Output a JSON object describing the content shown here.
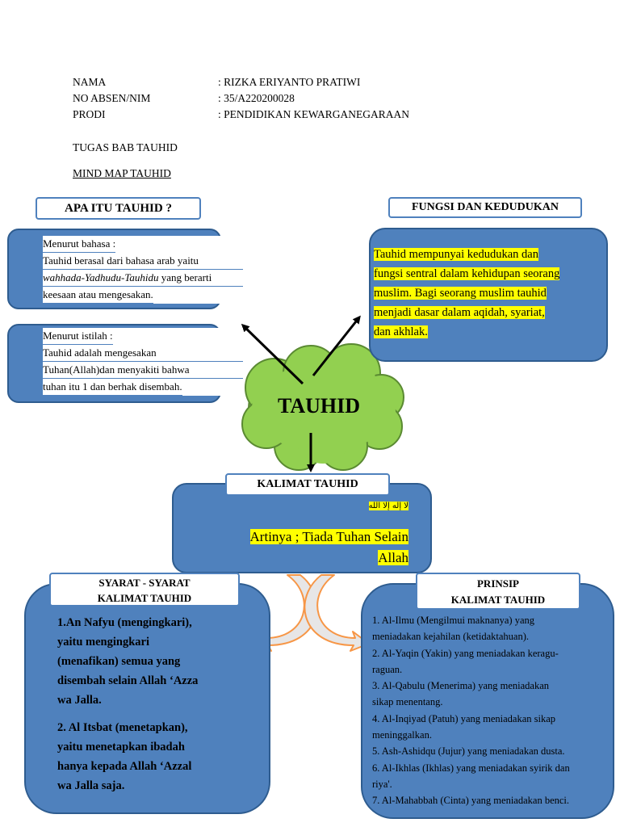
{
  "header": {
    "nama_label": "NAMA",
    "nama_value": ": RIZKA ERIYANTO PRATIWI",
    "nim_label": "NO ABSEN/NIM",
    "nim_value": ": 35/A220200028",
    "prodi_label": "PRODI",
    "prodi_value": ": PENDIDIKAN KEWARGANEGARAAN",
    "assignment": "TUGAS BAB TAUHID",
    "subtitle": "MIND MAP TAUHID"
  },
  "apa_itu": {
    "title": "APA ITU TAUHID ?",
    "bahasa_heading": "Menurut bahasa :",
    "bahasa_line1": "Tauhid berasal dari bahasa arab yaitu",
    "bahasa_italic": "wahhada-Yadhudu-Tauhidu",
    "bahasa_line2_rest": " yang berarti",
    "bahasa_line3": "keesaan atau mengesakan.",
    "istilah_heading": "Menurut istilah :",
    "istilah_line1": "Tauhid adalah mengesakan",
    "istilah_line2": "Tuhan(Allah)dan menyakiti bahwa",
    "istilah_line3": "tuhan itu 1 dan berhak disembah."
  },
  "fungsi": {
    "title": "FUNGSI DAN  KEDUDUKAN",
    "lines": [
      "Tauhid mempunyai kedudukan dan",
      "fungsi sentral dalam kehidupan seorang",
      "muslim. Bagi seorang muslim tauhid",
      "menjadi dasar dalam aqidah, syariat,",
      "dan akhlak."
    ]
  },
  "center": {
    "label": "TAUHID"
  },
  "kalimat": {
    "title": "KALIMAT TAUHID",
    "arabic": "لا إله إلا الله",
    "meaning_line1": "Artinya ; Tiada Tuhan Selain",
    "meaning_line2": "Allah"
  },
  "syarat": {
    "title_line1": "SYARAT - SYARAT",
    "title_line2": "KALIMAT TAUHID",
    "item1": [
      "1.An Nafyu (mengingkari),",
      "yaitu mengingkari",
      "(menafikan) semua yang",
      "disembah selain Allah ‘Azza",
      "wa Jalla."
    ],
    "item2": [
      "2. Al Itsbat (menetapkan),",
      "yaitu menetapkan ibadah",
      "hanya kepada Allah ‘Azzal",
      "wa Jalla saja."
    ]
  },
  "prinsip": {
    "title_line1": "PRINSIP",
    "title_line2": "KALIMAT TAUHID",
    "lines": [
      "1. Al-Ilmu (Mengilmui maknanya) yang",
      "meniadakan kejahilan (ketidaktahuan).",
      "2. Al-Yaqin (Yakin) yang meniadakan keragu-",
      "raguan.",
      "3. Al-Qabulu (Menerima) yang meniadakan",
      "sikap menentang.",
      "4. Al-Inqiyad (Patuh) yang meniadakan sikap",
      "meninggalkan.",
      "5. Ash-Ashidqu (Jujur) yang meniadakan dusta.",
      "6. Al-Ikhlas (Ikhlas) yang meniadakan syirik dan",
      "riya'.",
      "7. Al-Mahabbah (Cinta) yang meniadakan benci."
    ]
  },
  "colors": {
    "box_blue": "#4f81bd",
    "box_border": "#2e5c8f",
    "cloud_green": "#92d050",
    "highlight": "#ffff00",
    "curved_arrow_fill": "#e7e6e6",
    "curved_arrow_stroke": "#f79646"
  }
}
